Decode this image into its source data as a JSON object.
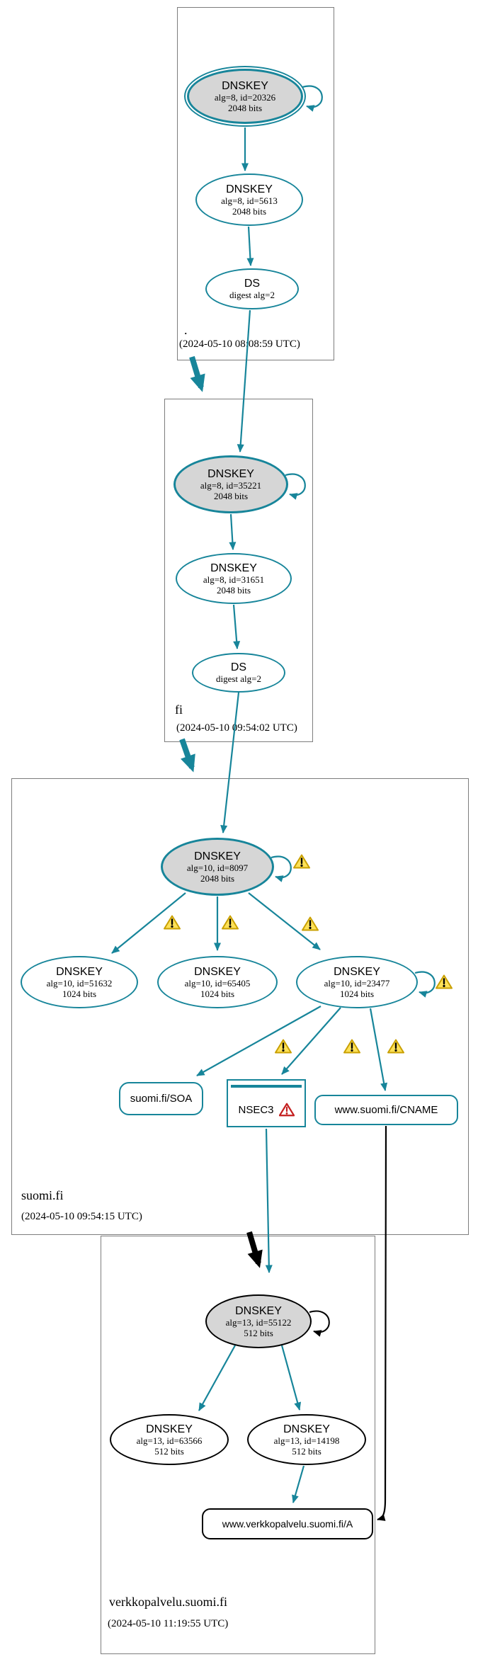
{
  "diagram": {
    "type": "dnssec-authentication-chain",
    "colors": {
      "secure": "#17859a",
      "insecure": "#000000",
      "warning_fill": "#fde158",
      "warning_stroke": "#c9a002",
      "error_stroke": "#c41f1f",
      "key_fill": "#d6d6d6",
      "zone_border": "#7d7d7d"
    },
    "icons": {
      "warning-icon": "⚠",
      "error-icon": "⚠"
    }
  },
  "zones": {
    "root": {
      "label": ".",
      "timestamp": "(2024-05-10 08:08:59 UTC)"
    },
    "fi": {
      "label": "fi",
      "timestamp": "(2024-05-10 09:54:02 UTC)"
    },
    "suomi_fi": {
      "label": "suomi.fi",
      "timestamp": "(2024-05-10 09:54:15 UTC)"
    },
    "verkkopalvelu_suomi_fi": {
      "label": "verkkopalvelu.suomi.fi",
      "timestamp": "(2024-05-10 11:19:55 UTC)"
    }
  },
  "nodes": {
    "root_ksk": {
      "title": "DNSKEY",
      "detail": "alg=8, id=20326",
      "size": "2048 bits"
    },
    "root_zsk": {
      "title": "DNSKEY",
      "detail": "alg=8, id=5613",
      "size": "2048 bits"
    },
    "root_ds": {
      "title": "DS",
      "detail": "digest alg=2"
    },
    "fi_ksk": {
      "title": "DNSKEY",
      "detail": "alg=8, id=35221",
      "size": "2048 bits"
    },
    "fi_zsk": {
      "title": "DNSKEY",
      "detail": "alg=8, id=31651",
      "size": "2048 bits"
    },
    "fi_ds": {
      "title": "DS",
      "detail": "digest alg=2"
    },
    "suomi_ksk": {
      "title": "DNSKEY",
      "detail": "alg=10, id=8097",
      "size": "2048 bits"
    },
    "suomi_zsk_51632": {
      "title": "DNSKEY",
      "detail": "alg=10, id=51632",
      "size": "1024 bits"
    },
    "suomi_zsk_65405": {
      "title": "DNSKEY",
      "detail": "alg=10, id=65405",
      "size": "1024 bits"
    },
    "suomi_zsk_23477": {
      "title": "DNSKEY",
      "detail": "alg=10, id=23477",
      "size": "1024 bits"
    },
    "suomi_soa": {
      "label": "suomi.fi/SOA"
    },
    "suomi_nsec3": {
      "label": "NSEC3"
    },
    "suomi_cname": {
      "label": "www.suomi.fi/CNAME"
    },
    "verkko_ksk": {
      "title": "DNSKEY",
      "detail": "alg=13, id=55122",
      "size": "512 bits"
    },
    "verkko_zsk_63566": {
      "title": "DNSKEY",
      "detail": "alg=13, id=63566",
      "size": "512 bits"
    },
    "verkko_zsk_14198": {
      "title": "DNSKEY",
      "detail": "alg=13, id=14198",
      "size": "512 bits"
    },
    "verkko_a": {
      "label": "www.verkkopalvelu.suomi.fi/A"
    }
  }
}
